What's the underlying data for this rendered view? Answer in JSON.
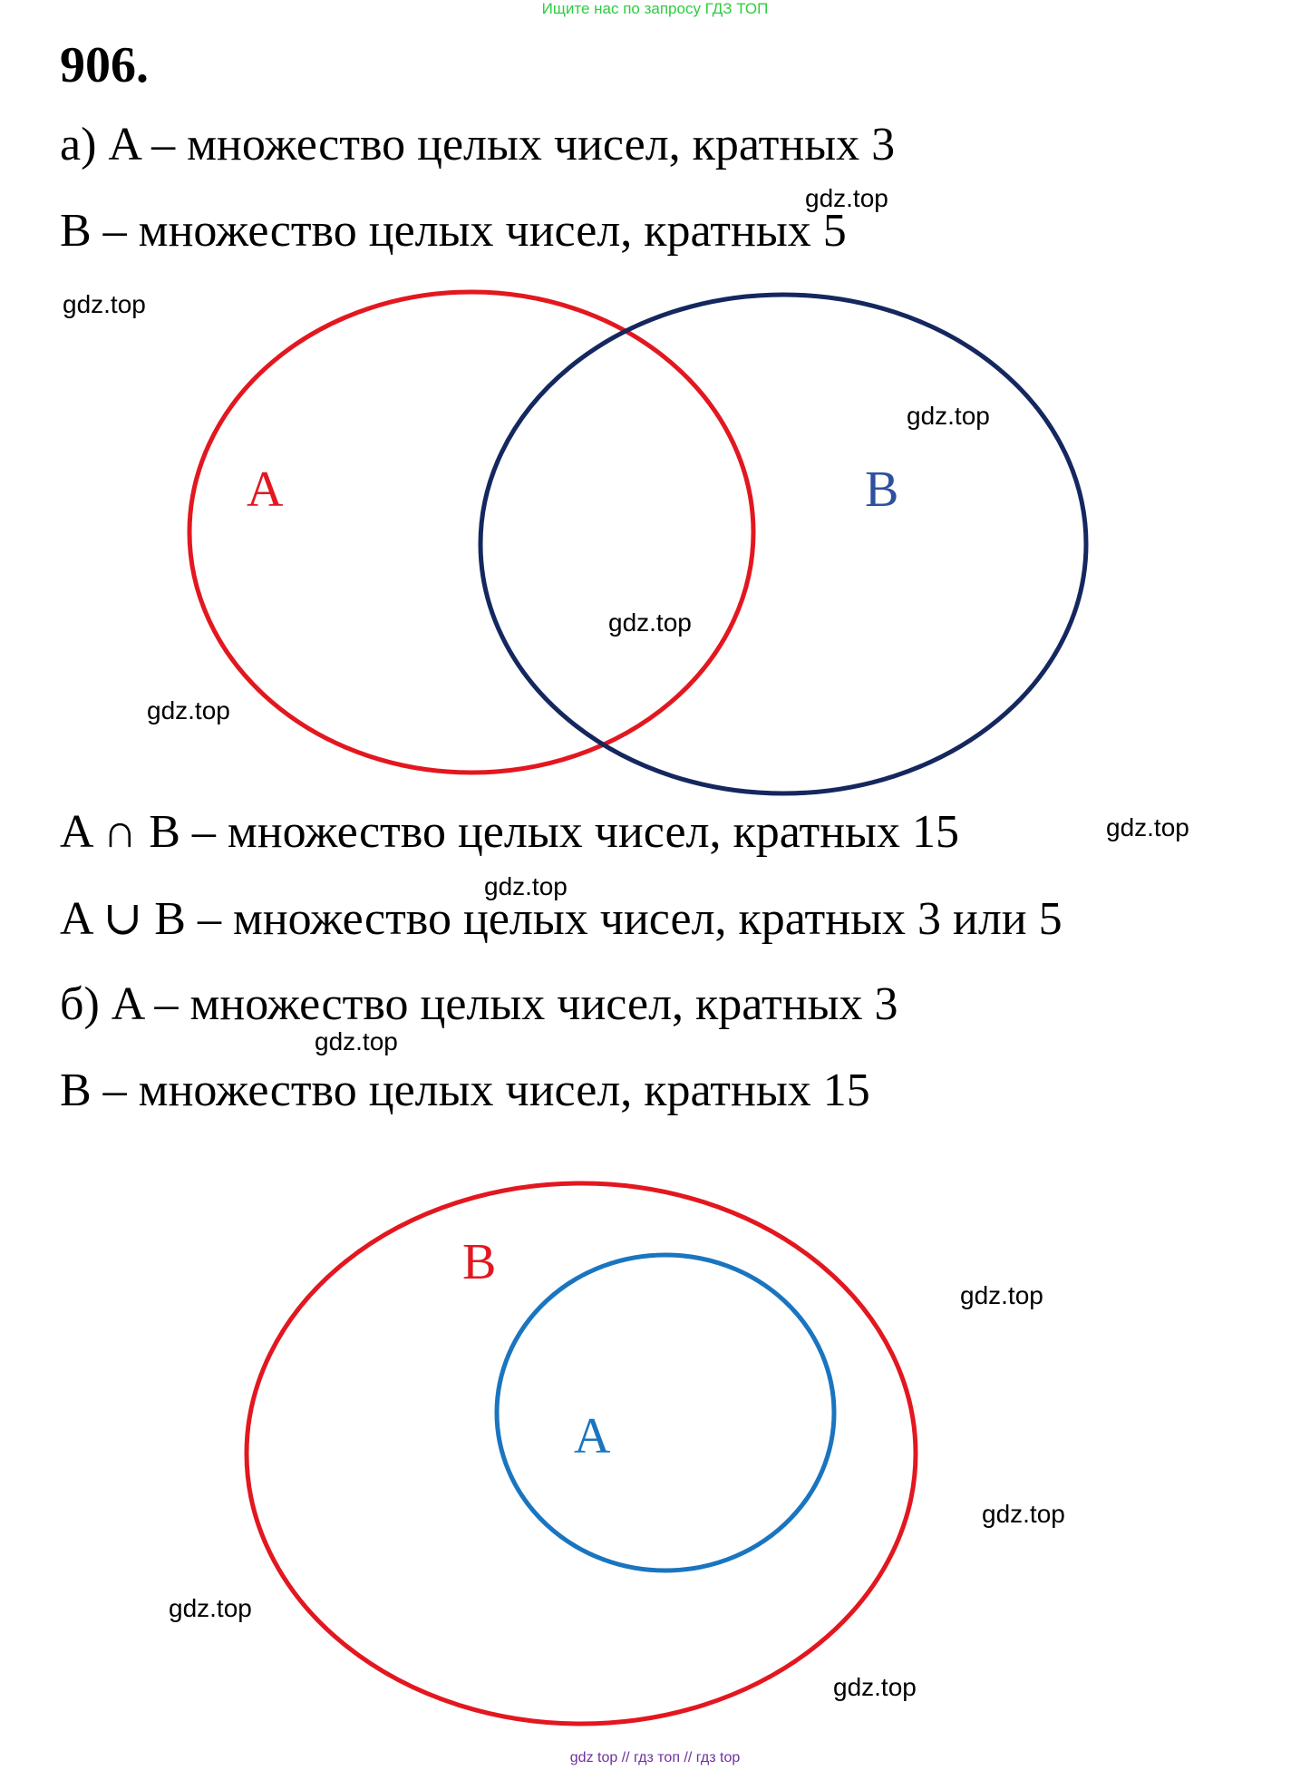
{
  "banner": "Ищите нас по запросу ГДЗ ТОП",
  "problem_number": "906.",
  "part_a": {
    "line1": "а) A – множество целых чисел, кратных 3",
    "line2": "B – множество целых чисел, кратных 5",
    "circle_a_label": "A",
    "circle_b_label": "B",
    "intersection": "A ∩ B – множество целых чисел, кратных 15",
    "union": "A ∪ B – множество целых чисел, кратных 3 или 5"
  },
  "part_b": {
    "line1": "б) A – множество целых чисел, кратных 3",
    "line2": "B – множество целых чисел, кратных 15",
    "outer_label": "B",
    "inner_label": "A"
  },
  "watermark": "gdz.top",
  "footer": "gdz top  //  гдз топ  //  гдз top",
  "colors": {
    "red": "#e3171f",
    "navy": "#14275f",
    "blue_label": "#2f4f9f",
    "light_blue": "#1a75c0"
  }
}
